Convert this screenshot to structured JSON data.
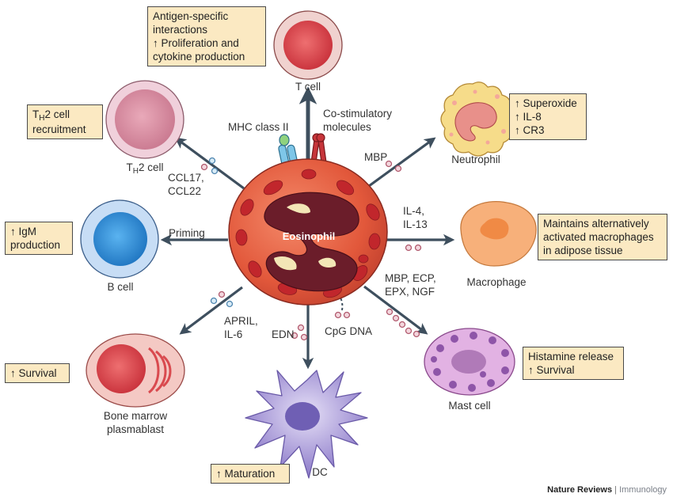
{
  "center_cell": "Eosinophil",
  "targets": {
    "t_cell": {
      "name": "T cell",
      "effect_lines": [
        "Antigen-specific",
        "interactions",
        "↑ Proliferation and",
        "cytokine production"
      ],
      "mediator_left": "MHC class II",
      "mediator_right_lines": [
        "Co-stimulatory",
        "molecules"
      ]
    },
    "th2_cell": {
      "name_main": "T",
      "name_sub": "H",
      "name_rest": "2 cell",
      "effect_line1_main": "T",
      "effect_line1_sub": "H",
      "effect_line1_rest": "2 cell",
      "effect_line2": "recruitment",
      "mediator_lines": [
        "CCL17,",
        "CCL22"
      ]
    },
    "neutrophil": {
      "name": "Neutrophil",
      "effect_lines": [
        "↑ Superoxide",
        "↑ IL-8",
        "↑ CR3"
      ],
      "mediator": "MBP"
    },
    "b_cell": {
      "name": "B cell",
      "effect_lines": [
        "↑ IgM",
        "production"
      ],
      "mediator": "Priming"
    },
    "macrophage": {
      "name": "Macrophage",
      "effect_lines": [
        "Maintains alternatively",
        "activated macrophages",
        "in adipose tissue"
      ],
      "mediator_lines": [
        "IL-4,",
        "IL-13"
      ]
    },
    "plasmablast": {
      "name_lines": [
        "Bone marrow",
        "plasmablast"
      ],
      "effect": "↑ Survival",
      "mediator_lines": [
        "APRIL,",
        "IL-6"
      ]
    },
    "mast_cell": {
      "name": "Mast cell",
      "effect_lines": [
        "Histamine release",
        "↑ Survival"
      ],
      "mediator_lines": [
        "MBP, ECP,",
        "EPX, NGF"
      ]
    },
    "dc": {
      "name": "DC",
      "effect": "↑ Maturation",
      "mediator": "EDN",
      "input": "CpG DNA"
    }
  },
  "credit": {
    "journal": "Nature Reviews",
    "separator": "|",
    "section": "Immunology"
  },
  "colors": {
    "arrow": "#3e4f5e",
    "box_fill": "#fbe9c2",
    "eosinophil": "#e05a3c",
    "granule": "#c1262c",
    "nucleus": "#6b1d2a",
    "tcell": "#d8434a",
    "bcell": "#2f8ed6",
    "neutrophil": "#f6dc8a",
    "macrophage": "#f7a96a",
    "mast": "#d59ad6",
    "dc": "#9787cf"
  }
}
